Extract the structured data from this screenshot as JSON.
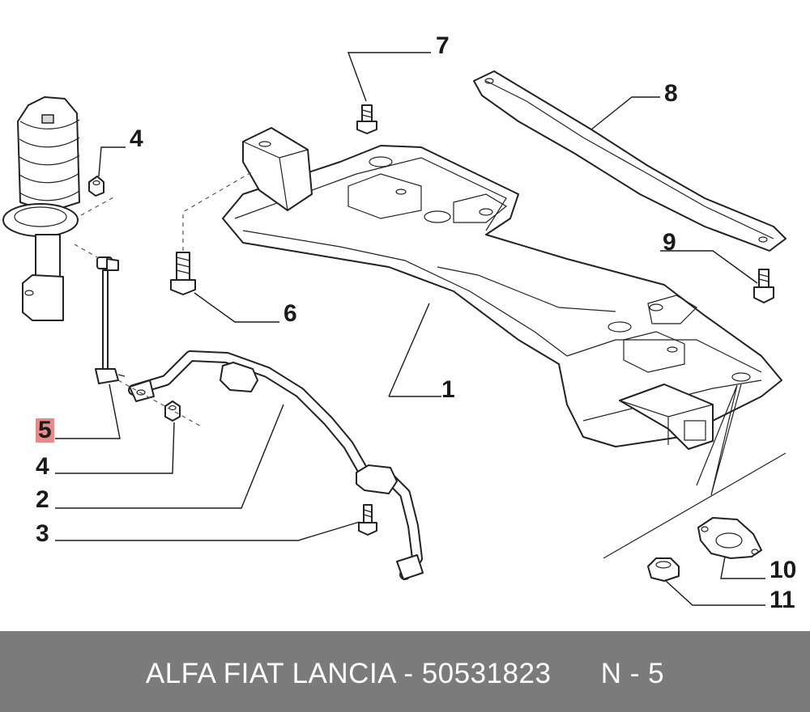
{
  "callouts": [
    {
      "id": "1",
      "label": "1"
    },
    {
      "id": "2",
      "label": "2"
    },
    {
      "id": "3",
      "label": "3"
    },
    {
      "id": "4a",
      "label": "4"
    },
    {
      "id": "4b",
      "label": "4"
    },
    {
      "id": "5",
      "label": "5",
      "highlighted": true
    },
    {
      "id": "6",
      "label": "6"
    },
    {
      "id": "7",
      "label": "7"
    },
    {
      "id": "8",
      "label": "8"
    },
    {
      "id": "9",
      "label": "9"
    },
    {
      "id": "10",
      "label": "10"
    },
    {
      "id": "11",
      "label": "11"
    }
  ],
  "footer": {
    "text": "ALFA FIAT LANCIA - 50531823      N - 5"
  },
  "colors": {
    "footer_bg": "#7b7b7b",
    "footer_text": "#ffffff",
    "highlight": "#e88a8a",
    "line": "#222222"
  }
}
